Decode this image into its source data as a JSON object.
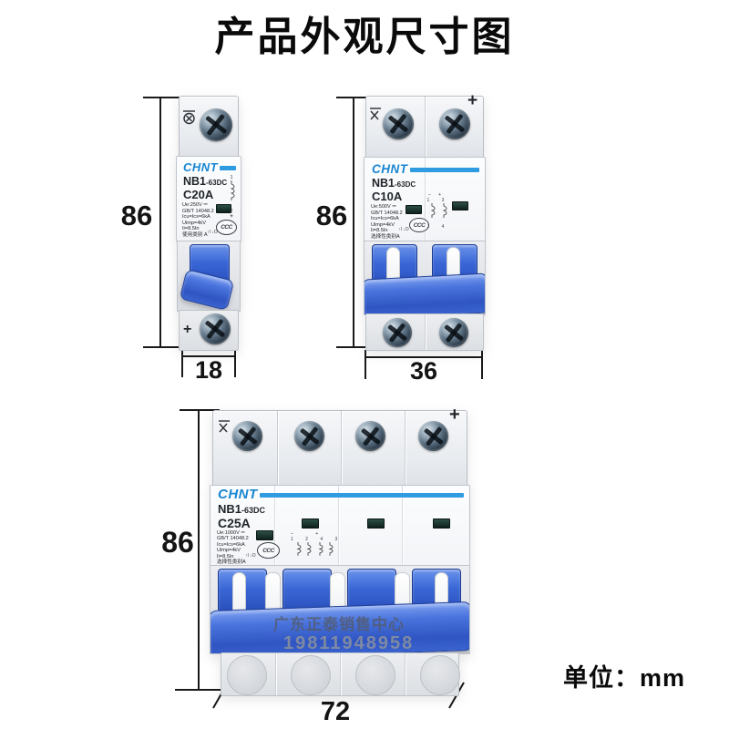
{
  "title": "产品外观尺寸图",
  "unit_label": "单位：mm",
  "watermark": {
    "line1": "广东正泰销售中心",
    "line2": "19811948958"
  },
  "brand": {
    "logo": "CHNT",
    "cert": "CCC"
  },
  "breakers": [
    {
      "poles": 1,
      "model": "NB1",
      "model_suffix": "-63DC",
      "rating": "C20A",
      "specs": [
        "Ue:250V ⎓",
        "GB/T 14048.2",
        "Icu=Ics=6kA",
        "Uimp=4kV",
        "Ii=8.5In",
        "使用类别 A"
      ],
      "io_mark": "↑I ↓O",
      "diagram": {
        "top_terminal": "1",
        "bottom_terminal": "2",
        "plus": "+"
      },
      "bottom_plus": "+",
      "height_mm": "86",
      "width_mm": "18"
    },
    {
      "poles": 2,
      "model": "NB1",
      "model_suffix": "-63DC",
      "rating": "C10A",
      "specs": [
        "Ue:500V ⎓",
        "GB/T 14048.2",
        "Icu=Ics=6kA",
        "Uimp=4kV",
        "Ii=8.5In",
        "选择性类别A"
      ],
      "io_mark": "↑I ↓O",
      "diagram": {
        "minus": "−",
        "plus": "+",
        "top_terminals": "1 3",
        "bottom_terminals": "2 4"
      },
      "top_plus": "+",
      "height_mm": "86",
      "width_mm": "36"
    },
    {
      "poles": 4,
      "model": "NB1",
      "model_suffix": "-63DC",
      "rating": "C25A",
      "specs": [
        "Ue:1000V ⎓",
        "GB/T 14048.2",
        "Icu=Ics=6kA",
        "Uimp=4kV",
        "Ii=8.5In",
        "选择性类别A"
      ],
      "io_mark": "↑I ↓O",
      "diagram": {
        "minus": "−",
        "plus": "+",
        "terminals": "1 2 4 3"
      },
      "top_plus": "+",
      "height_mm": "86",
      "width_mm": "72"
    }
  ]
}
